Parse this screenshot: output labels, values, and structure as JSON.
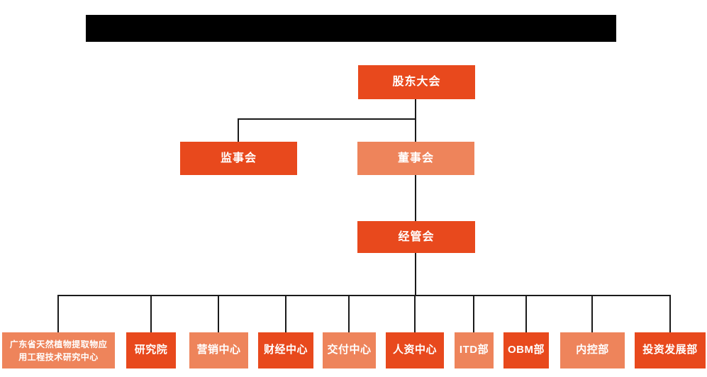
{
  "org": {
    "shareholders_label": "股东大会",
    "supervisors_label": "监事会",
    "directors_label": "董事会",
    "management_label": "经管会",
    "departments": [
      {
        "label": "广东省天然植物提取物应用工程技术研究中心"
      },
      {
        "label": "研究院"
      },
      {
        "label": "营销中心"
      },
      {
        "label": "财经中心"
      },
      {
        "label": "交付中心"
      },
      {
        "label": "人资中心"
      },
      {
        "label": "ITD部"
      },
      {
        "label": "OBM部"
      },
      {
        "label": "内控部"
      },
      {
        "label": "投资发展部"
      }
    ]
  },
  "colors": {
    "primary_orange": "#E8491D",
    "secondary_salmon": "#EE845B",
    "connector_line": "#1A1A1A",
    "redacted_bar": "#000000",
    "node_text": "#FFFFFF",
    "background": "#FFFFFF"
  }
}
